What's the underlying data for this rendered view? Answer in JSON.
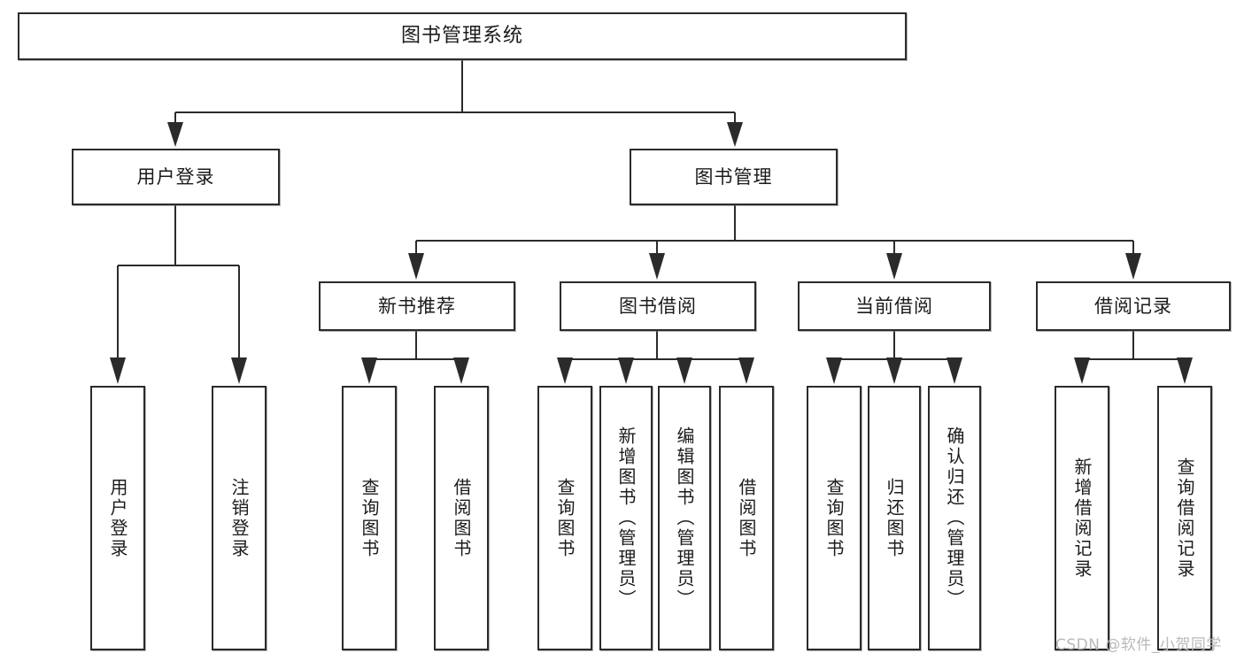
{
  "diagram": {
    "title": "图书管理系统",
    "type": "tree-hierarchy-functional-structure",
    "orientation": "top-down",
    "watermark": "CSDN @软件_小贺同学",
    "colors": {
      "stroke": "#2b2b2b",
      "fill": "#ffffff",
      "text": "#1b1b1b",
      "watermark": "#b9b9b9"
    }
  },
  "nodes": {
    "root": {
      "label": "图书管理系统"
    },
    "level2": [
      {
        "label": "用户登录"
      },
      {
        "label": "图书管理"
      }
    ],
    "level3": [
      {
        "label": "新书推荐"
      },
      {
        "label": "图书借阅"
      },
      {
        "label": "当前借阅"
      },
      {
        "label": "借阅记录"
      }
    ],
    "leaves": {
      "user_login": [
        {
          "label": "用户登录"
        },
        {
          "label": "注销登录"
        }
      ],
      "new_book_recommend": [
        {
          "label": "查询图书"
        },
        {
          "label": "借阅图书"
        }
      ],
      "book_borrow": [
        {
          "label": "查询图书"
        },
        {
          "label": "新增图书（管理员）"
        },
        {
          "label": "编辑图书（管理员）"
        },
        {
          "label": "借阅图书"
        }
      ],
      "current_borrow": [
        {
          "label": "查询图书"
        },
        {
          "label": "归还图书"
        },
        {
          "label": "确认归还（管理员）"
        }
      ],
      "borrow_record": [
        {
          "label": "新增借阅记录"
        },
        {
          "label": "查询借阅记录"
        }
      ]
    }
  }
}
